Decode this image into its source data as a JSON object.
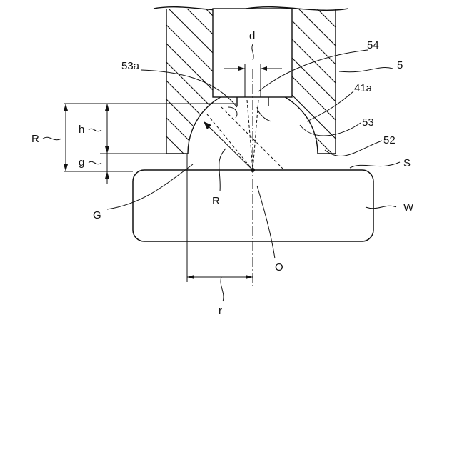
{
  "figure": {
    "labels": {
      "d": "d",
      "l54": "54",
      "l5": "5",
      "l53a": "53a",
      "l41a": "41a",
      "l53": "53",
      "l52": "52",
      "S": "S",
      "R_outer": "R",
      "h": "h",
      "g": "g",
      "R_inner": "R",
      "G": "G",
      "W": "W",
      "O": "O",
      "r": "r"
    },
    "colors": {
      "ink": "#111111",
      "paper": "#ffffff"
    }
  }
}
